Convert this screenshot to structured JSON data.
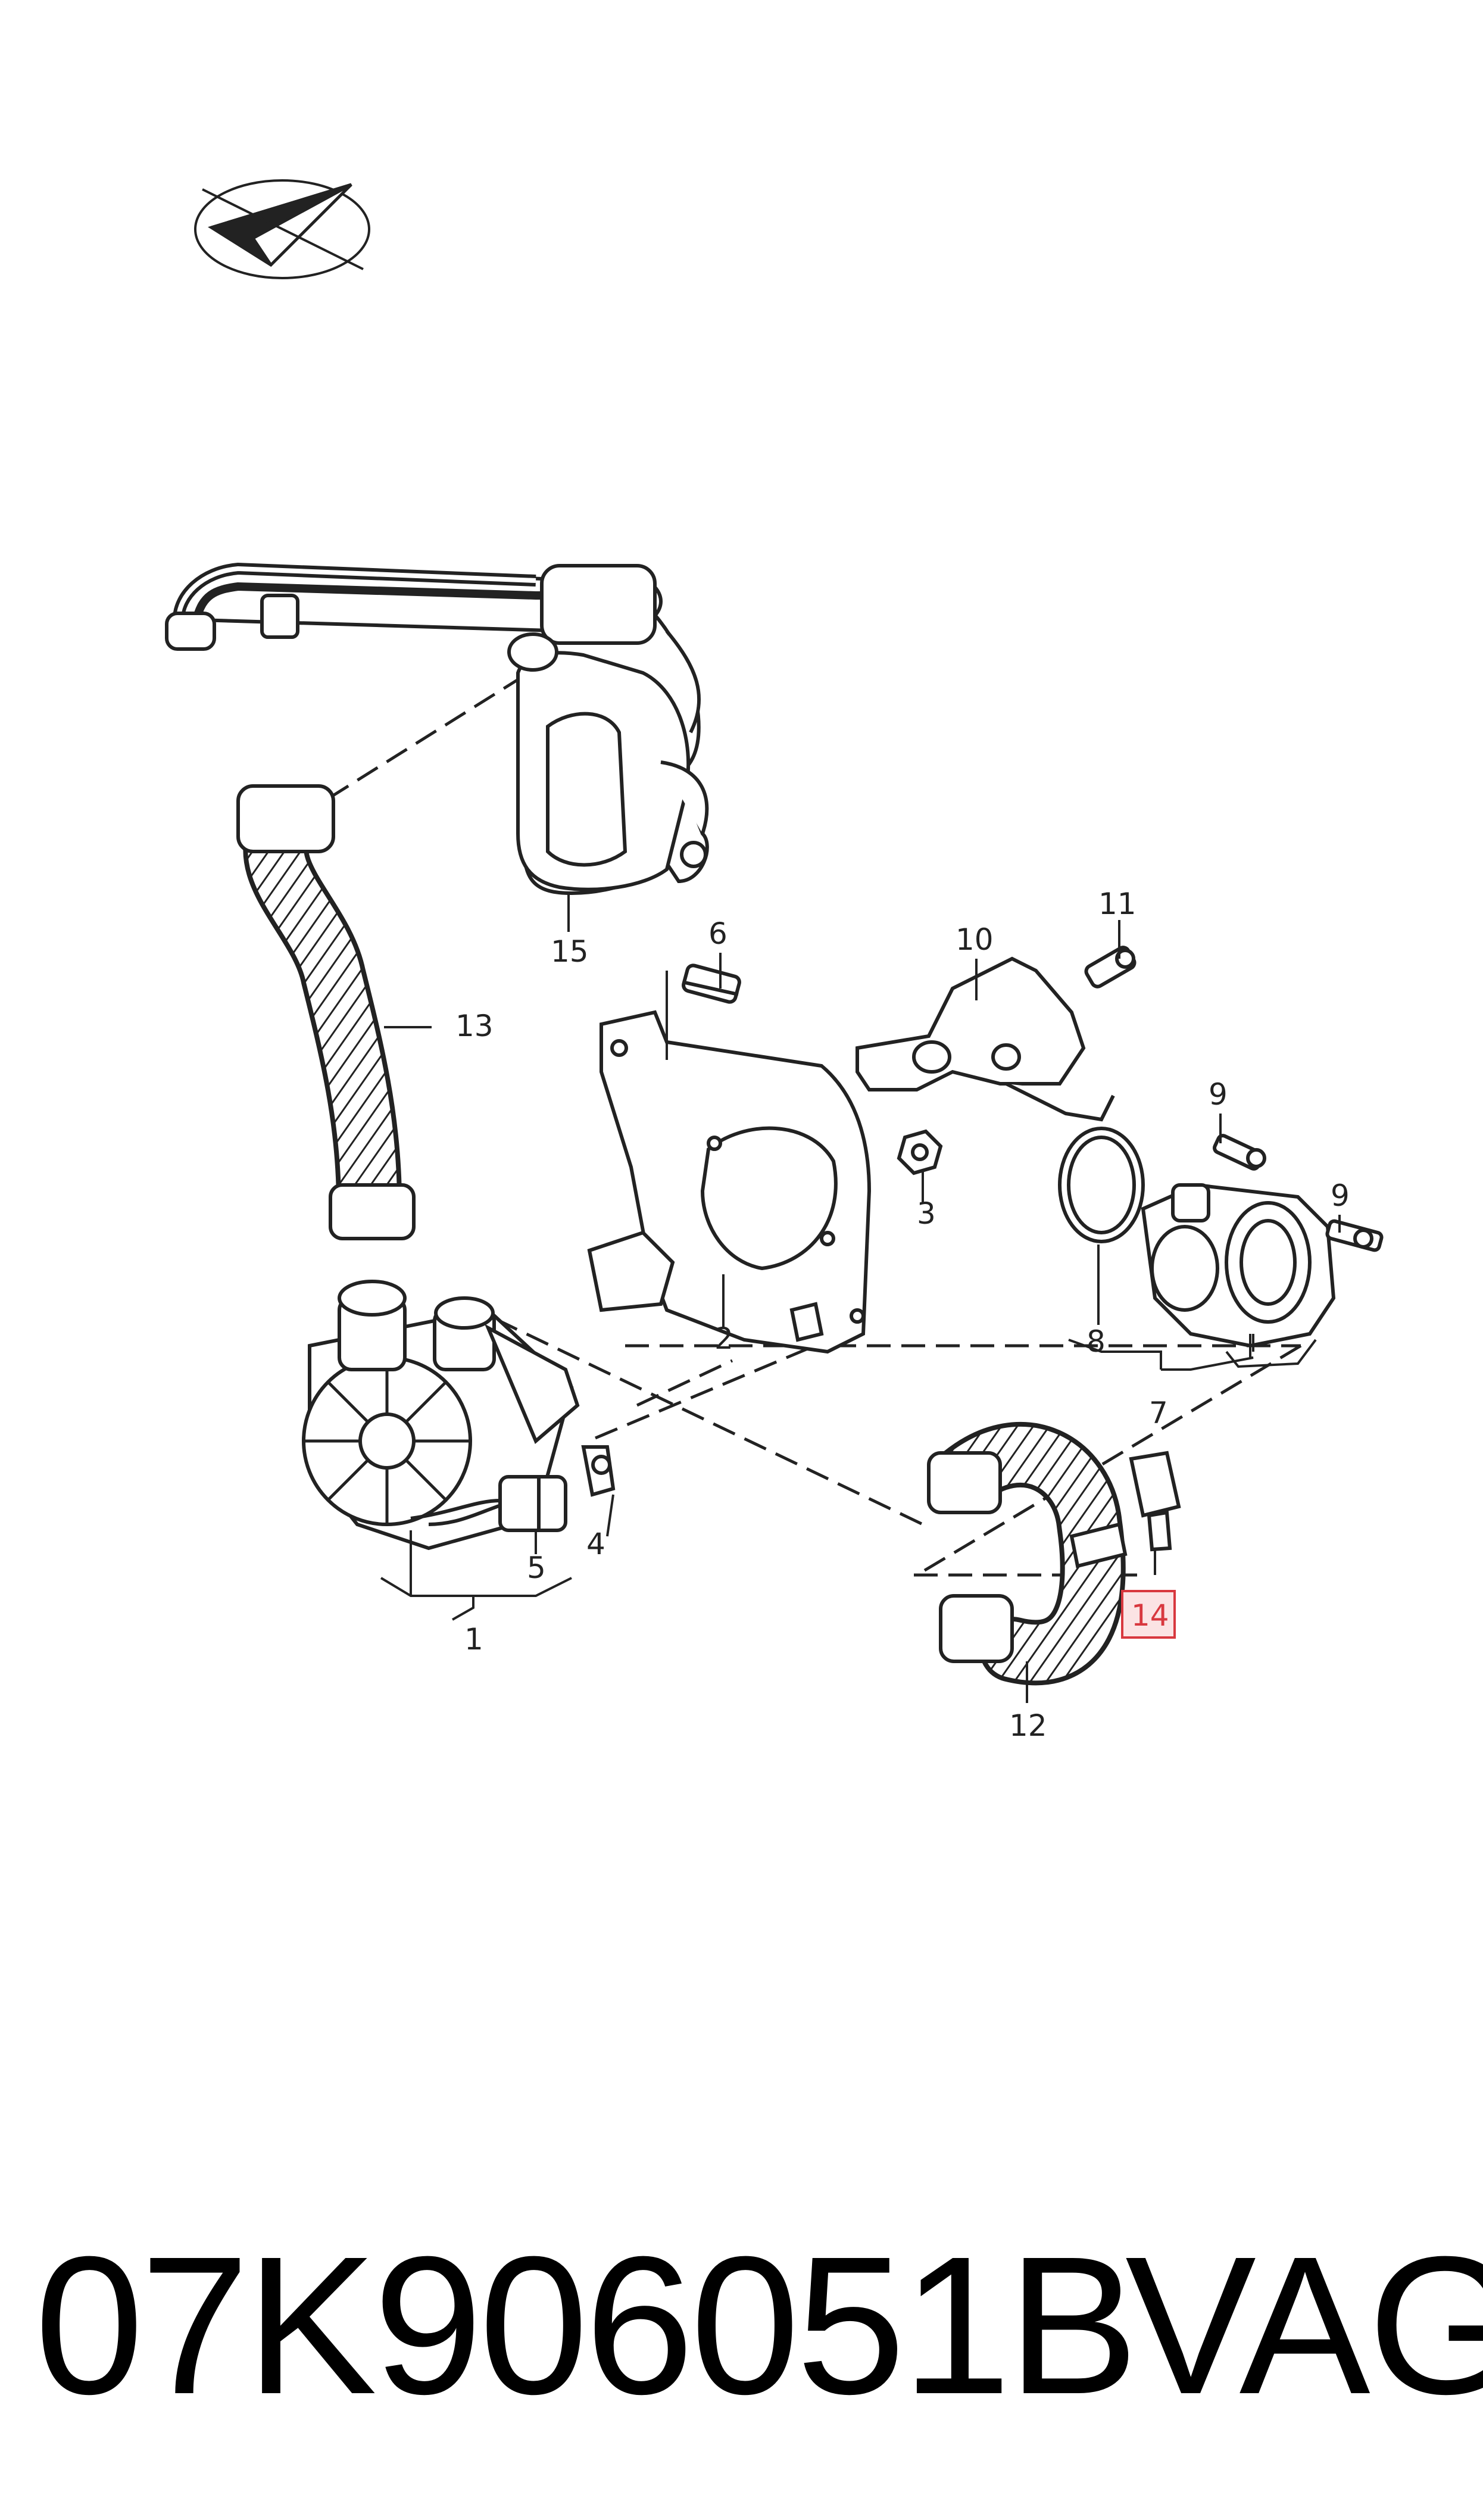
{
  "diagram": {
    "callouts": [
      {
        "id": "1",
        "label": "1"
      },
      {
        "id": "2",
        "label": "2"
      },
      {
        "id": "3",
        "label": "3"
      },
      {
        "id": "4",
        "label": "4"
      },
      {
        "id": "5",
        "label": "5"
      },
      {
        "id": "6",
        "label": "6"
      },
      {
        "id": "7",
        "label": "7"
      },
      {
        "id": "8",
        "label": "8"
      },
      {
        "id": "9a",
        "label": "9"
      },
      {
        "id": "9b",
        "label": "9"
      },
      {
        "id": "10",
        "label": "10"
      },
      {
        "id": "11",
        "label": "11"
      },
      {
        "id": "12",
        "label": "12"
      },
      {
        "id": "13",
        "label": "13",
        "highlighted": true
      },
      {
        "id": "14",
        "label": "14"
      },
      {
        "id": "15",
        "label": "15"
      }
    ],
    "highlight_color": "#d8383f",
    "highlight_fill": "#fbe3e4",
    "line_color": "#222222",
    "logo_icon": "paper-plane-check-logo"
  },
  "footer": {
    "part_number": "07K906051B",
    "brand": "VAG"
  }
}
